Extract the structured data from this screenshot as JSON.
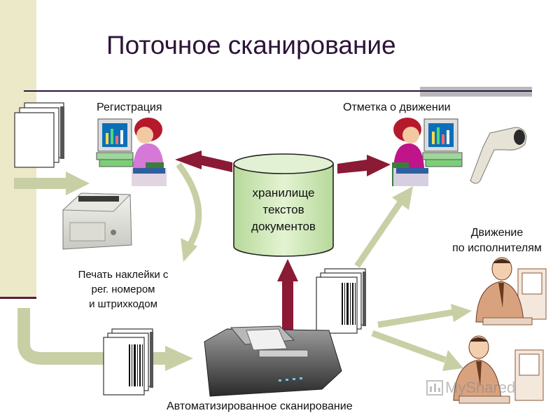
{
  "title": "Поточное сканирование",
  "labels": {
    "registration": "Регистрация",
    "movement_mark": "Отметка о движении",
    "storage": [
      "хранилище",
      "текстов",
      "документов"
    ],
    "movement_exec": [
      "Движение",
      "по исполнителям"
    ],
    "print_label": [
      "Печать наклейки с",
      "рег. номером",
      "и штрихкодом"
    ],
    "auto_scan": "Автоматизированное сканирование"
  },
  "watermark": "MyShared",
  "colors": {
    "accent_band": "#ebe9c7",
    "title": "#2c1438",
    "arrow_red": "#8b1a34",
    "arrow_green": "#c9cfa4",
    "cylinder": "#cfe8b0"
  }
}
